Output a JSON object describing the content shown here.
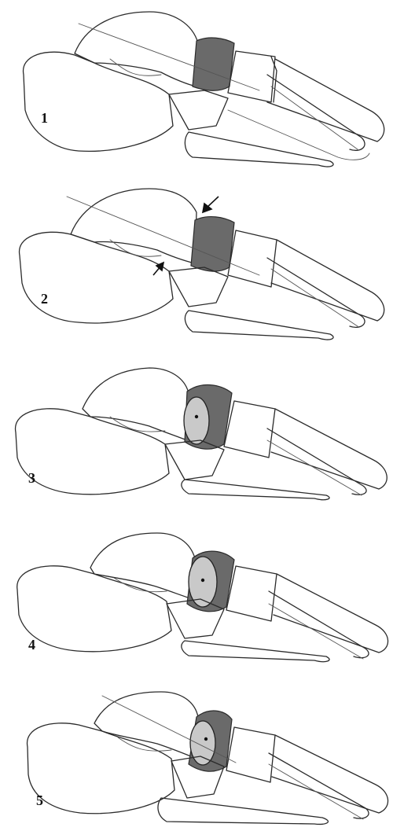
{
  "figure": {
    "panels": [
      {
        "label": "1"
      },
      {
        "label": "2"
      },
      {
        "label": "3"
      },
      {
        "label": "4"
      },
      {
        "label": "5"
      }
    ]
  }
}
